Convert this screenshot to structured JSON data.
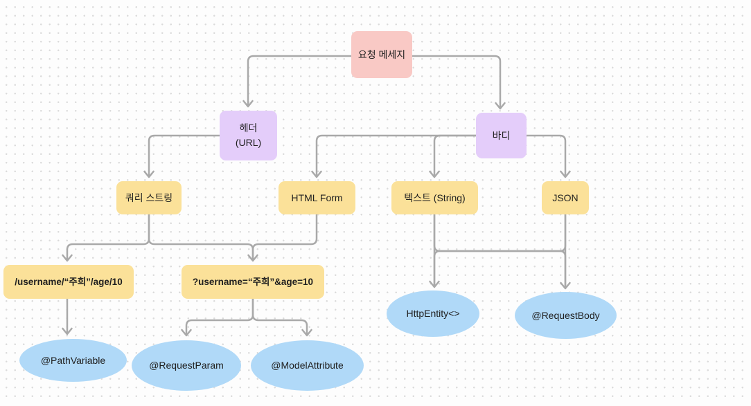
{
  "diagram": {
    "nodes": {
      "request_message": {
        "label": "요청 메세지"
      },
      "header": {
        "label_line1": "헤더",
        "label_line2": "(URL)"
      },
      "body": {
        "label": "바디"
      },
      "query_string": {
        "label": "쿼리 스트링"
      },
      "html_form": {
        "label": "HTML Form"
      },
      "text_string": {
        "label": "텍스트 (String)"
      },
      "json": {
        "label": "JSON"
      },
      "path_example": {
        "label": "/username/“주희”/age/10"
      },
      "query_example": {
        "label": "?username=“주희”&age=10"
      },
      "path_variable": {
        "label": "@PathVariable"
      },
      "request_param": {
        "label": "@RequestParam"
      },
      "model_attribute": {
        "label": "@ModelAttribute"
      },
      "http_entity": {
        "label": "HttpEntity<>"
      },
      "request_body": {
        "label": "@RequestBody"
      }
    },
    "edges": [
      {
        "from": "요청 메세지",
        "to": "헤더 (URL)"
      },
      {
        "from": "요청 메세지",
        "to": "바디"
      },
      {
        "from": "헤더 (URL)",
        "to": "쿼리 스트링"
      },
      {
        "from": "바디",
        "to": "HTML Form"
      },
      {
        "from": "바디",
        "to": "텍스트 (String)"
      },
      {
        "from": "바디",
        "to": "JSON"
      },
      {
        "from": "쿼리 스트링",
        "to": "/username/“주희”/age/10"
      },
      {
        "from": "쿼리 스트링",
        "to": "?username=“주희”&age=10"
      },
      {
        "from": "HTML Form",
        "to": "?username=“주희”&age=10"
      },
      {
        "from": "/username/“주희”/age/10",
        "to": "@PathVariable"
      },
      {
        "from": "?username=“주희”&age=10",
        "to": "@RequestParam"
      },
      {
        "from": "?username=“주희”&age=10",
        "to": "@ModelAttribute"
      },
      {
        "from": "텍스트 (String)",
        "to": "HttpEntity<>"
      },
      {
        "from": "텍스트 (String)",
        "to": "@RequestBody"
      },
      {
        "from": "JSON",
        "to": "HttpEntity<>"
      },
      {
        "from": "JSON",
        "to": "@RequestBody"
      }
    ],
    "colors": {
      "root_fill": "#F9C9C5",
      "branch_fill": "#E4CDFA",
      "leaf_fill": "#FBE199",
      "annotation_fill": "#B0D9F8",
      "connector": "#A9A9A9",
      "text": "#202020",
      "grid_dot": "#DBDBDB",
      "background": "#FDFDFD"
    }
  }
}
